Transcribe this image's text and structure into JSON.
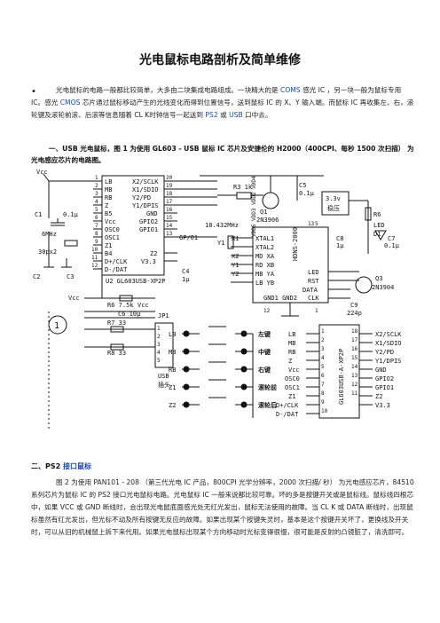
{
  "title": "光电鼠标电路剖析及简单维修",
  "intro": {
    "bullet": "•",
    "t1": "光电鼠标的电路一般都比较简单，大多由二块集成电路组成。一块精大的是 ",
    "coms": "COMS",
    "t2": " 感光 IC ，另一块一般为鼠标专用 IC。感光 ",
    "cmos": "CMOS",
    "t3": " 芯片通过鼠标移动产生的光线变化而得到位置信号，送到鼠标 IC 的 X、Y 输入端。而鼠标 IC 再收集左、右，滚轮键及滚轮前滚、后滚等信息随着 CL K时钟信号一起送到 ",
    "ps2": "PS2",
    "t4": " 或 ",
    "usb": "USB",
    "t5": " 口中去。"
  },
  "section1": "一、USB 光电鼠标，图 1 为使用 GL603 - USB 鼠标 IC 芯片及安捷伦的 H2000（400CPI、每秒 1500 次扫描） 为光电感应芯片的电路图。",
  "section2": {
    "prefix": "二、PS2 ",
    "link": "接口鼠标"
  },
  "para2": {
    "t1": "图 2 为使用 PAN101 - 208 （第三代光电 IC 产品，800CPI 光学分辨率，2000 次扫描/ 秒） 为光电感应芯片，84510 系列芯片为鼠标 IC 的 PS2 接口光电鼠标电路。光电鼠标 IC 一般来说都比较可靠。坏的多是按键开关或是鼠标线。鼠标线四根芯中，如果 VCC 或 GND 断线时，会出现光电鼠底面感光处无红光发出，鼠标无法使用的故障。当 CL K 或 DATA 断线时，出现鼠标虽然有红光发出，但光标不动及所有按键无反应的故障。如果出现某个按键失灵时，基本是这个按键开关坏了，更换线及开关时，可以从旧的机械鼠上拆下来代用。如果光电鼠标出现某个方向移动时光标变得很慢，很可能是反射的凸镜脏了，清洗即可。"
  },
  "schematic": {
    "ic1_pins_left": [
      "LB",
      "MB",
      "RB",
      "Z",
      "B5",
      "Vcc",
      "OSC0",
      "OSC1",
      "Z1",
      "B4",
      "D+/CLK",
      "D-/DAT"
    ],
    "ic1_pins_right": [
      "X2/SCLK",
      "X1/SDIO",
      "Y2/PD",
      "Y1/DPIS",
      "GND",
      "GPIO2",
      "GPIO1",
      "GP/O1",
      "Z2",
      "V3.3"
    ],
    "ic1_name": "U2 GL603USB-XP2P",
    "ic1_pin_nums_left": [
      "1",
      "2",
      "3",
      "4",
      "5",
      "6",
      "7",
      "8",
      "9",
      "10",
      "11",
      "12"
    ],
    "ic1_pin_nums_right": [
      "20",
      "19",
      "18",
      "17",
      "16",
      "15",
      "14",
      "13"
    ],
    "ic2_name": "HDNS-2000",
    "ic2_pins_left": [
      "XTAL1",
      "XTAL2",
      "MD XA",
      "RD XB",
      "MB YA",
      "LB YB"
    ],
    "ic2_pins_right": [
      "LED",
      "RST",
      "DATA",
      "CLK"
    ],
    "ic2_gnd": "GND1 GND2",
    "ic2_top": "VDD5 VDD3 VDD2 VDD4",
    "ic3_name": "GL603USB-A-XP2P",
    "ic3_pins_left": [
      "LB",
      "MB",
      "RB",
      "Z",
      "Vcc",
      "OSC0",
      "OSC1",
      "Z1",
      "D+/CLK",
      "D-/DAT"
    ],
    "ic3_pins_right": [
      "X2/SCLK",
      "X1/SDIO",
      "Y2/PD",
      "Y1/DPIS",
      "GND",
      "GPIO2",
      "GPIO1",
      "Z2",
      "V3.3"
    ],
    "ic3_nums_left": [
      "1",
      "2",
      "3",
      "4",
      "5",
      "6",
      "7",
      "8",
      "9",
      "10"
    ],
    "ic3_nums_right": [
      "18",
      "17",
      "16",
      "15",
      "14",
      "13",
      "12",
      "11"
    ],
    "labels": {
      "vcc1": "Vcc",
      "c1": "C1",
      "c1v": "0.1μ",
      "mhz": "6MHz",
      "pf30": "30px2",
      "c2": "C2",
      "c3": "C3",
      "r3": "R3 1k",
      "q1": "Q1",
      "q1n": "2N3906",
      "c5": "C5",
      "c5v": "0.1μ",
      "reg": "3.3v",
      "reg2": "稳压",
      "r6": "R6",
      "led": "LED",
      "d1": "D1",
      "c8": "C8",
      "c8v": "1μ",
      "c7": "C7",
      "c7v": "0.1μ",
      "xtal": "18.432MHz",
      "y1": "Y1",
      "q3": "Q3",
      "q3n": "2N3904",
      "c9": "C9",
      "c9v": "224p",
      "c4": "C4",
      "c4v": "1μ",
      "r6b": "R6 7.5k",
      "c6": "C6 10μ",
      "r7": "R7 33",
      "r8": "R8 33",
      "jp1": "JP1",
      "usb": "USB",
      "usb2": "插头",
      "vcc2": "Vcc",
      "vcc3": "Vcc",
      "fig": "1",
      "keys": [
        "LB",
        "MB",
        "RB",
        "Z1",
        "Z2"
      ],
      "keylabels": [
        "左键",
        "中键",
        "右键",
        "滚轮前",
        "滚轮后"
      ],
      "sw_nums": [
        "1",
        "2",
        "3",
        "4",
        "5"
      ],
      "xy": [
        "X1",
        "X2",
        "Y1",
        "Y2"
      ],
      "num_13": "13",
      "num_5": "5",
      "num_12": "12",
      "num_1": "1"
    }
  }
}
